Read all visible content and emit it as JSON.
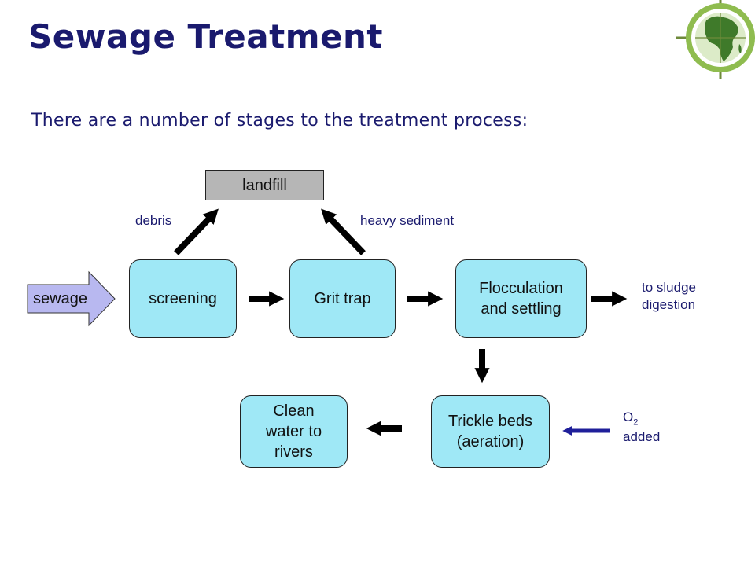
{
  "title": "Sewage Treatment",
  "subtitle": "There are a number of stages to the treatment process:",
  "logo": {
    "icon": "globe-crosshair-icon",
    "ring_color": "#8fbc4f",
    "land_color": "#3f7a2a"
  },
  "diagram": {
    "input": "sewage",
    "landfill": "landfill",
    "stages": {
      "screening": "screening",
      "grit_trap": "Grit trap",
      "flocculation": "Flocculation and settling",
      "trickle_beds": "Trickle beds (aeration)",
      "clean_water": "Clean water to rivers"
    },
    "labels": {
      "debris": "debris",
      "heavy_sediment": "heavy sediment",
      "sludge_line1": "to sludge",
      "sludge_line2": "digestion",
      "oxygen_formula": "O",
      "oxygen_sub": "2",
      "oxygen_added": "added"
    },
    "colors": {
      "stage_fill": "#9fe8f6",
      "input_fill": "#b8b8f0",
      "landfill_fill": "#b6b6b6",
      "oxygen_arrow": "#1f1f9a",
      "flow_arrow": "#000000"
    }
  }
}
